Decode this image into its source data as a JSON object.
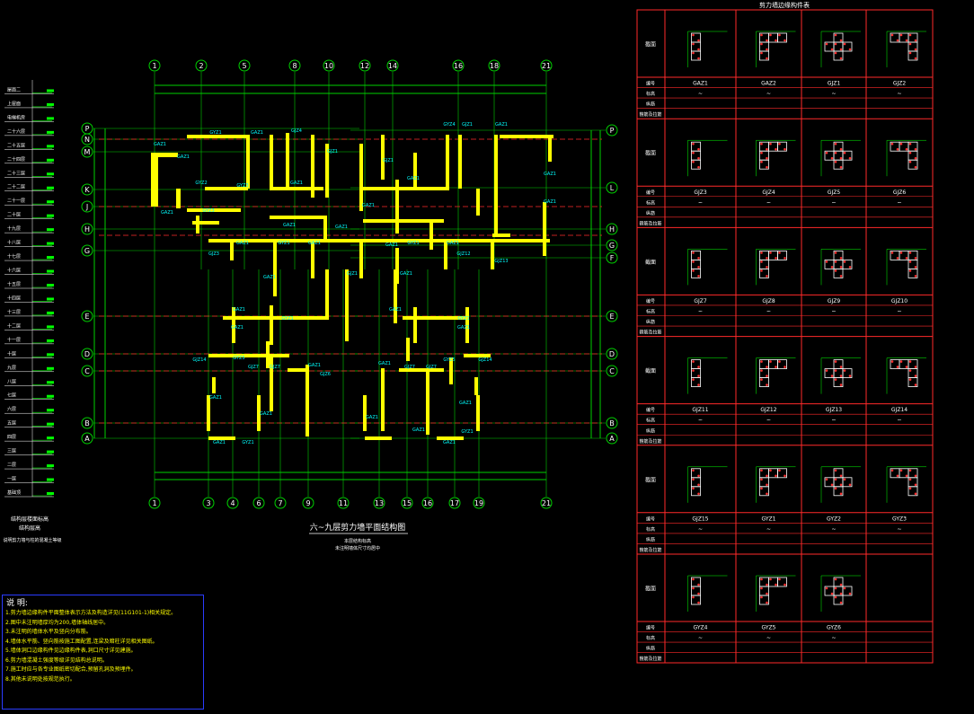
{
  "plan": {
    "title": "六~九层剪力墙平面结构图",
    "subtitle1": "本层结构标高",
    "subtitle2": "未注明墙体尺寸均居中"
  },
  "grid": {
    "top": [
      "1",
      "2",
      "5",
      "8",
      "10",
      "12",
      "14",
      "16",
      "18",
      "21"
    ],
    "bottom": [
      "1",
      "3",
      "4",
      "6",
      "7",
      "9",
      "11",
      "13",
      "15",
      "16",
      "17",
      "19",
      "21"
    ],
    "rows_left": [
      "P",
      "N",
      "M",
      "K",
      "J",
      "H",
      "G",
      "E",
      "D",
      "C",
      "B",
      "A"
    ],
    "rows_right": [
      "P",
      "L",
      "H",
      "G",
      "F",
      "E",
      "D",
      "C",
      "B",
      "A"
    ]
  },
  "storey": {
    "levels": [
      "屋面二",
      "上屋面",
      "电梯机房",
      "二十六层",
      "二十五层",
      "二十四层",
      "二十三层",
      "二十二层",
      "二十一层",
      "二十层",
      "十九层",
      "十八层",
      "十七层",
      "十六层",
      "十五层",
      "十四层",
      "十三层",
      "十二层",
      "十一层",
      "十层",
      "九层",
      "八层",
      "七层",
      "六层",
      "五层",
      "四层",
      "三层",
      "二层",
      "一层",
      "基础顶"
    ],
    "caption1": "结构层楼面标高",
    "caption2": "结构层高",
    "caption3": "说明剪力墙与柱的混凝土等级"
  },
  "table": {
    "title": "剪力墙边缘构件表",
    "row_section": "截面",
    "row_no": "编号",
    "row_elev": "标高",
    "row_long": "纵筋",
    "row_stir": "箍筋及拉筋",
    "tilde": "~",
    "codes": [
      [
        "GAZ1",
        "GAZ2",
        "GJZ1",
        "GJZ2"
      ],
      [
        "GJZ3",
        "GJZ4",
        "GJZ5",
        "GJZ6"
      ],
      [
        "GJZ7",
        "GJZ8",
        "GJZ9",
        "GJZ10"
      ],
      [
        "GJZ11",
        "GJZ12",
        "GJZ13",
        "GJZ14"
      ],
      [
        "GJZ15",
        "GYZ1",
        "GYZ2",
        "GYZ3"
      ],
      [
        "GYZ4",
        "GYZ5",
        "GYZ6",
        ""
      ]
    ]
  },
  "notes": {
    "title": "说 明:",
    "lines": [
      "1.剪力墙边缘构件平面整体表示方法及构造详见(11G101-1)相关规定。",
      "2.图中未注明墙厚均为200,墙体轴线居中。",
      "3.未注明的墙体水平及竖向分布筋。",
      "4.墙体水平筋、竖向筋按施工图配置,连梁及暗柱详见相关图纸。",
      "5.墙体洞口边缘构件见边缘构件表,洞口尺寸详见建施。",
      "6.剪力墙混凝土强度等级详见结构总说明。",
      "7.施工时应与各专业图纸密切配合,预留孔洞及预埋件。",
      "8.其他未说明处按规范执行。"
    ]
  },
  "colors": {
    "grid_line": "#00d000",
    "wall": "#ffff00",
    "label": "#00ffff",
    "red": "#ff2a2a",
    "rebar": "#ff3030"
  }
}
